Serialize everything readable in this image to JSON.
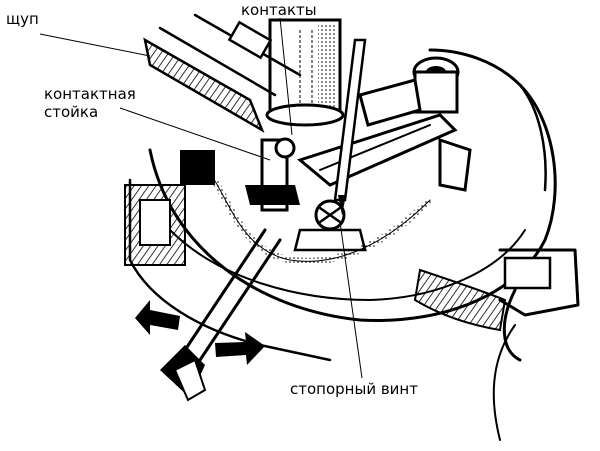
{
  "labels": {
    "probe": "щуп",
    "contacts": "контакты",
    "contact_post_line1": "контактная",
    "contact_post_line2": "стойка",
    "lock_screw": "стопорный винт"
  },
  "colors": {
    "ink": "#000000",
    "paper": "#ffffff"
  }
}
